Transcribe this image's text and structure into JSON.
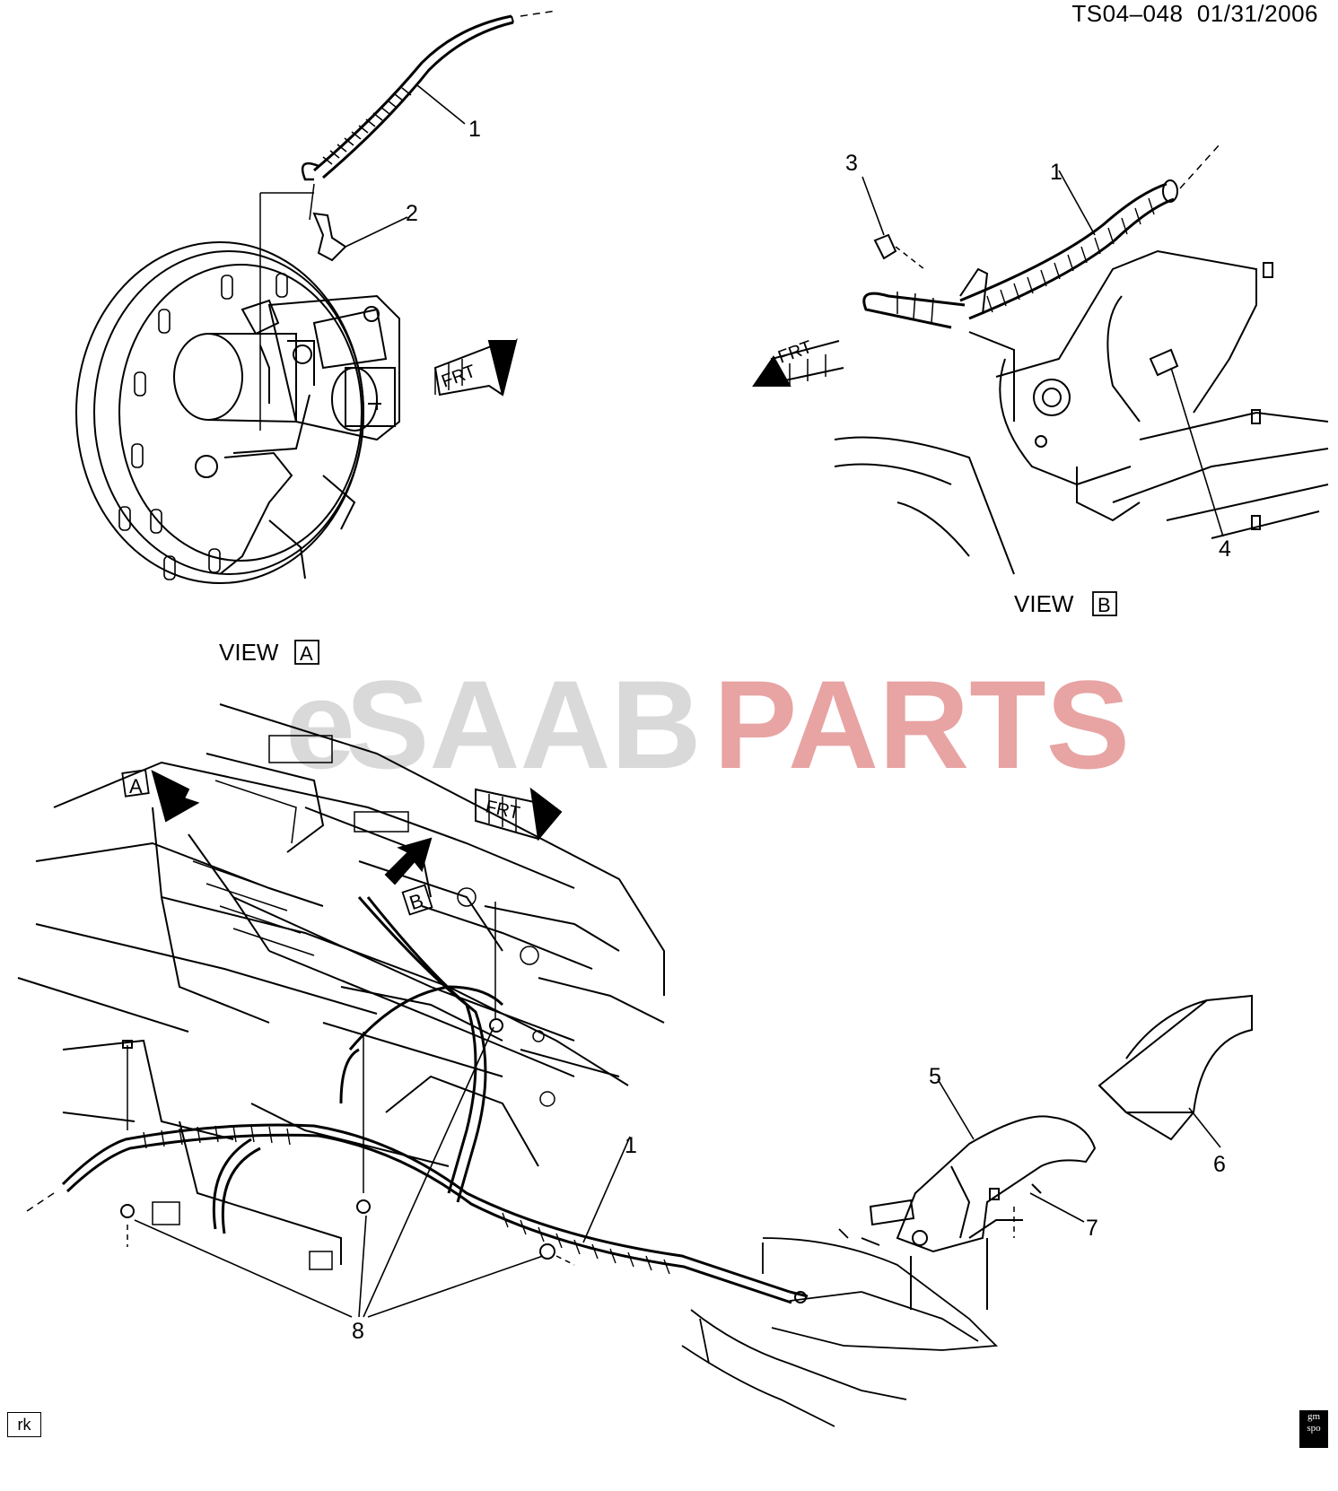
{
  "header": {
    "code": "TS04–048",
    "date": "01/31/2006"
  },
  "watermark": {
    "prefix": "e",
    "part1": "SAAB",
    "part2": "PARTS",
    "color_prefix": "#d9d9d9",
    "color_part1": "#d9d9d9",
    "color_part2": "#e8a3a3"
  },
  "views": {
    "view_a": {
      "label": "VIEW",
      "box": "A"
    },
    "view_b": {
      "label": "VIEW",
      "box": "B"
    }
  },
  "arrows": {
    "frt": "FRT",
    "a": "A",
    "b": "B"
  },
  "callouts": [
    "1",
    "2",
    "3",
    "1",
    "4",
    "5",
    "6",
    "1",
    "7",
    "8"
  ],
  "footer": {
    "tag": "rk",
    "logo_line1": "gm",
    "logo_line2": "spo"
  },
  "colors": {
    "line": "#000000",
    "background": "#ffffff"
  }
}
